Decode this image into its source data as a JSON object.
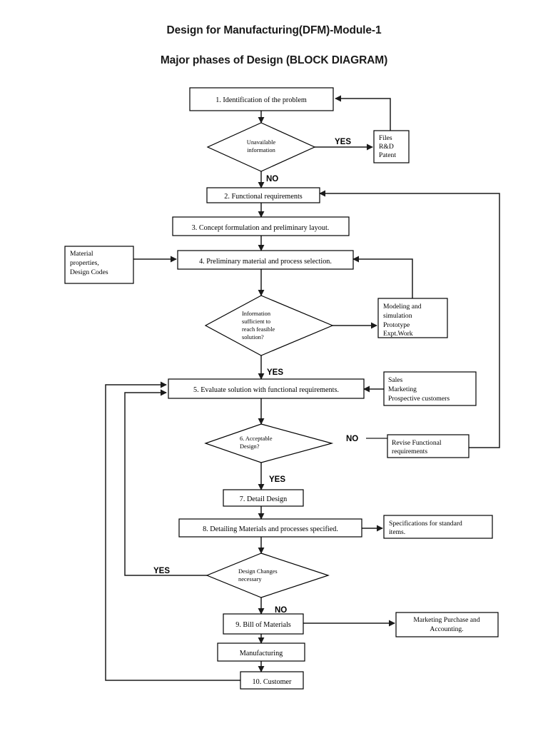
{
  "document": {
    "title_line_1": "Design for Manufacturing(DFM)-Module-1",
    "title_line_2": "Major phases of Design (BLOCK DIAGRAM)"
  },
  "chart_data": {
    "type": "diagram",
    "diagram_kind": "flowchart",
    "title": "Major phases of Design (BLOCK DIAGRAM)",
    "nodes": [
      {
        "id": "n1",
        "shape": "rect",
        "label": "1. Identification of the problem"
      },
      {
        "id": "d1",
        "shape": "diamond",
        "label": "Unavailable information"
      },
      {
        "id": "files",
        "shape": "rect",
        "label": "Files\nR&D\nPatent"
      },
      {
        "id": "n2",
        "shape": "rect",
        "label": "2. Functional requirements"
      },
      {
        "id": "n3",
        "shape": "rect",
        "label": "3. Concept formulation and preliminary layout."
      },
      {
        "id": "mat",
        "shape": "rect",
        "label": "Material properties, Design Codes"
      },
      {
        "id": "n4",
        "shape": "rect",
        "label": "4. Preliminary material and process selection."
      },
      {
        "id": "d2",
        "shape": "diamond",
        "label": "Information sufficient to reach feasible solution?"
      },
      {
        "id": "model",
        "shape": "rect",
        "label": "Modeling and simulation Prototype Expt.Work"
      },
      {
        "id": "n5",
        "shape": "rect",
        "label": "5. Evaluate solution with functional requirements."
      },
      {
        "id": "sales",
        "shape": "rect",
        "label": "Sales Marketing Prospective customers"
      },
      {
        "id": "d3",
        "shape": "diamond",
        "label": "6. Acceptable Design?"
      },
      {
        "id": "revise",
        "shape": "rect",
        "label": "Revise Functional requirements"
      },
      {
        "id": "n7",
        "shape": "rect",
        "label": "7. Detail Design"
      },
      {
        "id": "n8",
        "shape": "rect",
        "label": "8. Detailing Materials and processes specified."
      },
      {
        "id": "spec",
        "shape": "rect",
        "label": "Specifications for standard items."
      },
      {
        "id": "d4",
        "shape": "diamond",
        "label": "Design Changes necessary"
      },
      {
        "id": "n9",
        "shape": "rect",
        "label": "9. Bill of Materials"
      },
      {
        "id": "mpa",
        "shape": "rect",
        "label": "Marketing Purchase and Accounting."
      },
      {
        "id": "mfg",
        "shape": "rect",
        "label": "Manufacturing"
      },
      {
        "id": "n10",
        "shape": "rect",
        "label": "10. Customer"
      }
    ],
    "edges": [
      {
        "from": "n1",
        "to": "d1",
        "label": ""
      },
      {
        "from": "d1",
        "to": "files",
        "label": "YES"
      },
      {
        "from": "files",
        "to": "n1",
        "label": ""
      },
      {
        "from": "d1",
        "to": "n2",
        "label": "NO"
      },
      {
        "from": "n2",
        "to": "n3",
        "label": ""
      },
      {
        "from": "n3",
        "to": "n4",
        "label": ""
      },
      {
        "from": "mat",
        "to": "n4",
        "label": ""
      },
      {
        "from": "n4",
        "to": "d2",
        "label": ""
      },
      {
        "from": "d2",
        "to": "model",
        "label": ""
      },
      {
        "from": "model",
        "to": "n4",
        "label": ""
      },
      {
        "from": "d2",
        "to": "n5",
        "label": "YES"
      },
      {
        "from": "sales",
        "to": "n5",
        "label": ""
      },
      {
        "from": "n5",
        "to": "d3",
        "label": ""
      },
      {
        "from": "d3",
        "to": "revise",
        "label": "NO"
      },
      {
        "from": "revise",
        "to": "n2",
        "label": ""
      },
      {
        "from": "d3",
        "to": "n7",
        "label": "YES"
      },
      {
        "from": "n7",
        "to": "n8",
        "label": ""
      },
      {
        "from": "n8",
        "to": "spec",
        "label": ""
      },
      {
        "from": "n8",
        "to": "d4",
        "label": ""
      },
      {
        "from": "d4",
        "to": "n5",
        "label": "YES"
      },
      {
        "from": "d4",
        "to": "n9",
        "label": "NO"
      },
      {
        "from": "n9",
        "to": "mpa",
        "label": ""
      },
      {
        "from": "n9",
        "to": "mfg",
        "label": ""
      },
      {
        "from": "mfg",
        "to": "n10",
        "label": ""
      },
      {
        "from": "n10",
        "to": "n5",
        "label": ""
      }
    ]
  },
  "nodes": {
    "n1": {
      "line1": "1. Identification of the problem"
    },
    "d1": {
      "line1": "Unavailable",
      "line2": "information"
    },
    "files": {
      "line1": "Files",
      "line2": "R&D",
      "line3": "Patent"
    },
    "n2": {
      "line1": "2. Functional requirements"
    },
    "n3": {
      "line1": "3. Concept formulation and preliminary layout."
    },
    "mat": {
      "line1": "Material",
      "line2": "properties,",
      "line3": "Design Codes"
    },
    "n4": {
      "line1": "4. Preliminary material and process selection."
    },
    "d2": {
      "line1": "Information",
      "line2": "sufficient to",
      "line3": "reach feasible",
      "line4": "solution?"
    },
    "model": {
      "line1": "Modeling and",
      "line2": "simulation",
      "line3": "Prototype",
      "line4": "Expt.Work"
    },
    "n5": {
      "line1": "5. Evaluate solution with functional requirements."
    },
    "sales": {
      "line1": "Sales",
      "line2": "Marketing",
      "line3": "Prospective customers"
    },
    "d3": {
      "line1": "6. Acceptable",
      "line2": "Design?"
    },
    "revise": {
      "line1": "Revise Functional",
      "line2": "requirements"
    },
    "n7": {
      "line1": "7. Detail Design"
    },
    "n8": {
      "line1": "8. Detailing Materials and processes specified."
    },
    "spec": {
      "line1": "Specifications for standard",
      "line2": "items."
    },
    "d4": {
      "line1": "Design Changes",
      "line2": "necessary"
    },
    "n9": {
      "line1": "9. Bill of Materials"
    },
    "mpa": {
      "line1": "Marketing Purchase and",
      "line2": "Accounting."
    },
    "mfg": {
      "line1": "Manufacturing"
    },
    "n10": {
      "line1": "10. Customer"
    }
  },
  "labels": {
    "yes_unavailable": "YES",
    "no_unavailable": "NO",
    "yes_information": "YES",
    "no_acceptable": "NO",
    "yes_acceptable": "YES",
    "yes_changes": "YES",
    "no_changes": "NO"
  },
  "colors": {
    "stroke": "#000000",
    "connector": "#1b1b1b",
    "fill": "#ffffff",
    "title": "#1a1a1a"
  }
}
